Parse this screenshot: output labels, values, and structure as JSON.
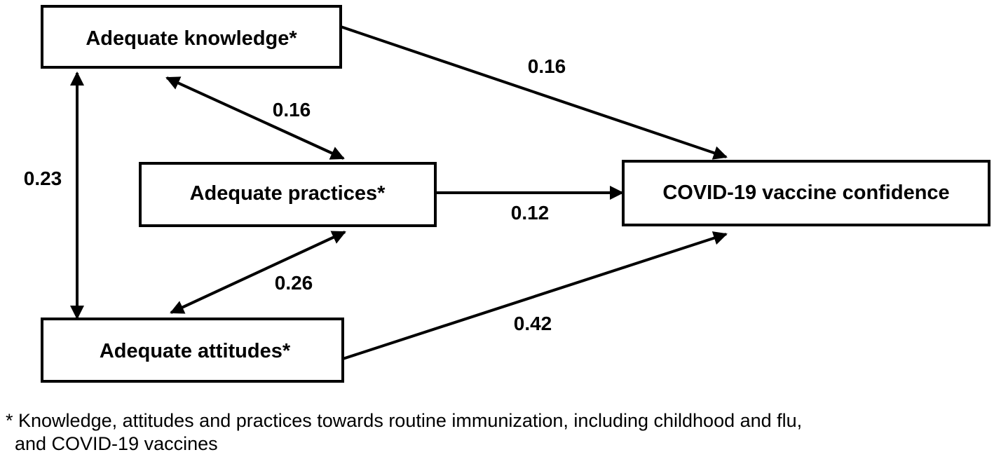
{
  "nodes": {
    "knowledge": "Adequate knowledge*",
    "practices": "Adequate practices*",
    "attitudes": "Adequate attitudes*",
    "confidence": "COVID-19 vaccine confidence"
  },
  "edges": {
    "knowledge_confidence": "0.16",
    "knowledge_practices": "0.16",
    "knowledge_attitudes": "0.23",
    "practices_confidence": "0.12",
    "practices_attitudes": "0.26",
    "attitudes_confidence": "0.42"
  },
  "footnote": {
    "line1": "* Knowledge, attitudes and practices towards routine immunization, including childhood and flu,",
    "line2": "and COVID-19 vaccines"
  }
}
